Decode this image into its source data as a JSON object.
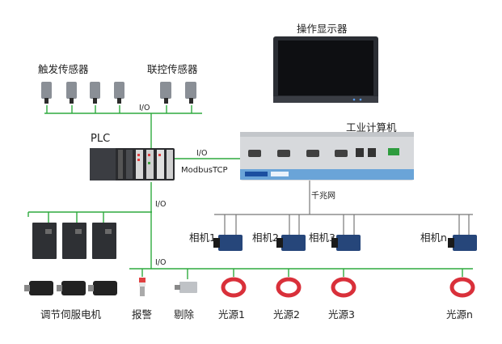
{
  "labels": {
    "display": "操作显示器",
    "trigger_sensors": "触发传感器",
    "linkage_sensors": "联控传感器",
    "plc": "PLC",
    "ipc": "工业计算机",
    "modbus": "ModbusTCP",
    "gige": "千兆网",
    "servo": "调节伺服电机",
    "alarm": "报警",
    "reject": "剔除"
  },
  "io_label": "I/O",
  "cameras": [
    "相机1",
    "相机2",
    "相机3",
    "相机n"
  ],
  "lights": [
    "光源1",
    "光源2",
    "光源3",
    "光源n"
  ],
  "colors": {
    "bus_green": "#2eaa3e",
    "net_gray": "#777777",
    "ring_red": "#d9303a",
    "panel_blue": "#1b4fa0"
  }
}
